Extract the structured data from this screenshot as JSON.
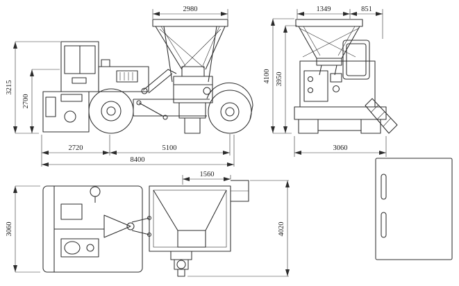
{
  "views": {
    "side": {
      "dims": {
        "hopper_top_width": "2980",
        "overall_height": "3215",
        "chassis_height": "2700",
        "rear_overhang": "2720",
        "wheelbase": "5100",
        "overall_length": "8400"
      }
    },
    "rear": {
      "dims": {
        "hopper_left_width": "1349",
        "hopper_right_width": "851",
        "overall_height": "4100",
        "hopper_height": "3950",
        "overall_width": "3060"
      }
    },
    "plan": {
      "dims": {
        "overall_width": "3060",
        "hopper_width": "1560",
        "hopper_length": "4020"
      }
    }
  },
  "colors": {
    "line": "#2b2b2b",
    "text": "#191919",
    "background": "#ffffff"
  }
}
